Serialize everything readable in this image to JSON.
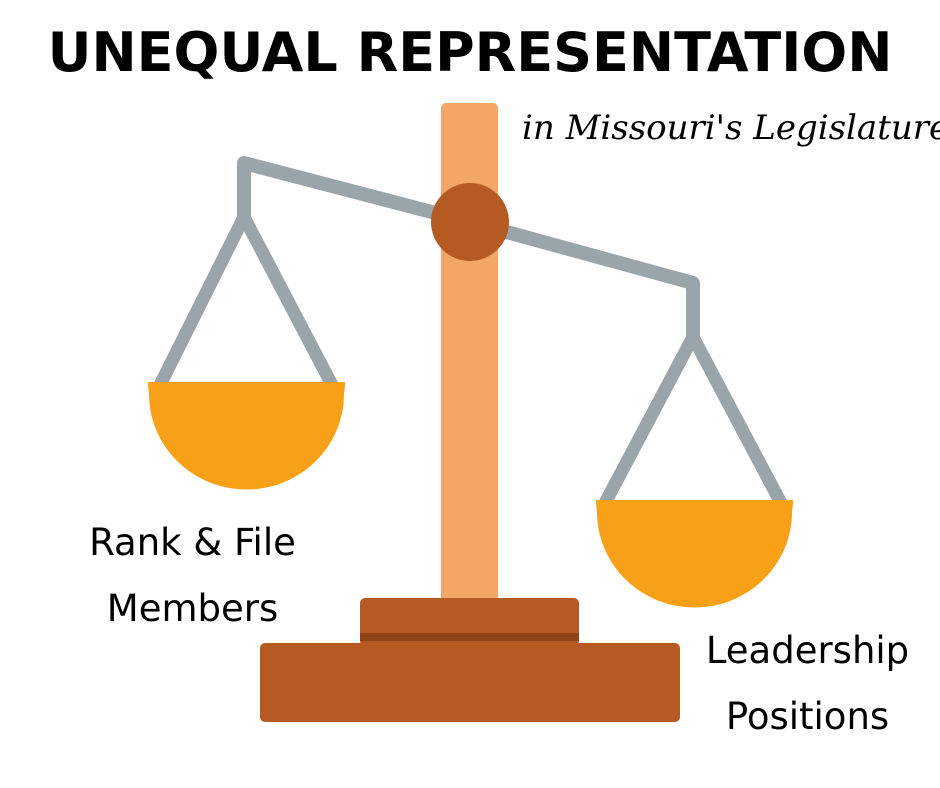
{
  "title": "UNEQUAL REPRESENTATION",
  "subtitle": "in Missouri's Legislature",
  "left_pan": {
    "label_line1": "Rank & File",
    "label_line2": "Members"
  },
  "right_pan": {
    "label_line1": "Leadership",
    "label_line2": "Positions"
  },
  "colors": {
    "beam": "#9aa4ab",
    "pillar": "#f2a766",
    "pivot": "#b55a23",
    "pan": "#f8a118",
    "base": "#b55a23",
    "base_groove": "#8f4214"
  }
}
